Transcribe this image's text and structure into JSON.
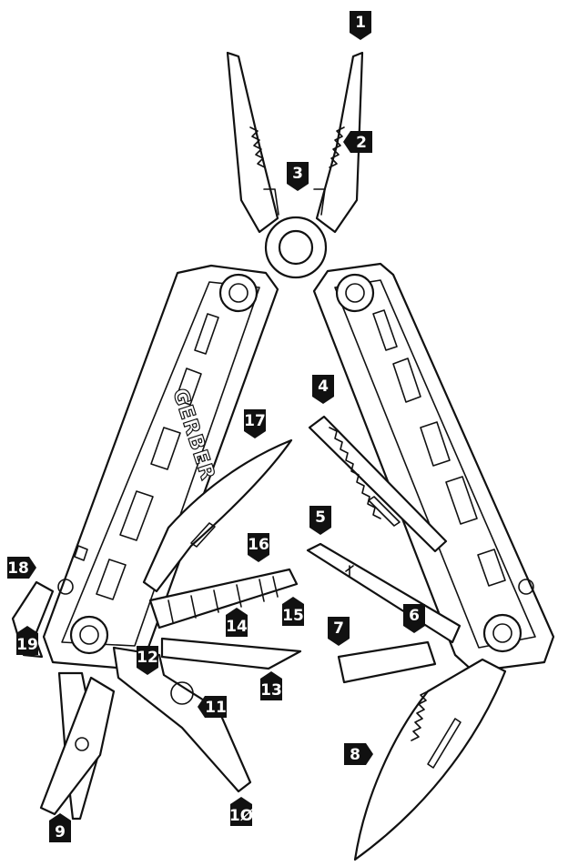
{
  "brand_logo": "GERBER",
  "callouts": [
    {
      "number": "1",
      "direction": "down"
    },
    {
      "number": "2",
      "direction": "left"
    },
    {
      "number": "3",
      "direction": "down"
    },
    {
      "number": "4",
      "direction": "down"
    },
    {
      "number": "5",
      "direction": "down"
    },
    {
      "number": "6",
      "direction": "down"
    },
    {
      "number": "7",
      "direction": "down"
    },
    {
      "number": "8",
      "direction": "right"
    },
    {
      "number": "9",
      "direction": "up"
    },
    {
      "number": "1Ø",
      "direction": "up"
    },
    {
      "number": "11",
      "direction": "left"
    },
    {
      "number": "12",
      "direction": "down"
    },
    {
      "number": "13",
      "direction": "up"
    },
    {
      "number": "14",
      "direction": "up"
    },
    {
      "number": "15",
      "direction": "up"
    },
    {
      "number": "16",
      "direction": "down"
    },
    {
      "number": "17",
      "direction": "down"
    },
    {
      "number": "18",
      "direction": "right"
    },
    {
      "number": "19",
      "direction": "up"
    }
  ],
  "colors": {
    "ink": "#111111",
    "paper": "#ffffff",
    "tag": "#111111",
    "tag_text": "#ffffff"
  }
}
